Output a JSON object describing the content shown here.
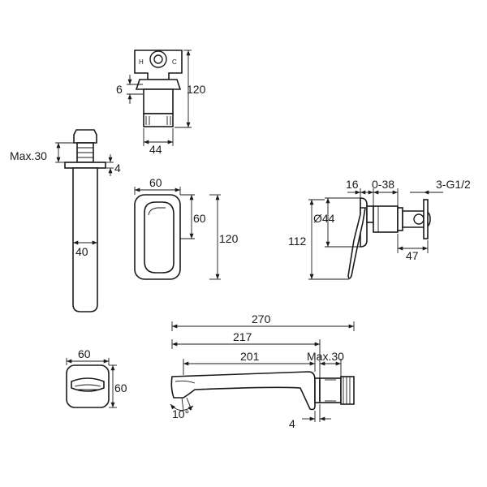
{
  "labels": {
    "valve_height": "120",
    "valve_offset": "6",
    "valve_width": "44",
    "stem_max": "Max.30",
    "stem_flange": "4",
    "stem_diameter": "40",
    "plate_width": "60",
    "plate_height": "60",
    "plate_total_height": "120",
    "handle_depth": "16",
    "handle_range": "0-38",
    "handle_thread": "3-G1/2",
    "handle_diameter": "Ø44",
    "handle_height": "112",
    "handle_body": "47",
    "spout_total": "270",
    "spout_217": "217",
    "spout_201": "201",
    "spout_max": "Max.30",
    "spout_flange": "4",
    "spout_angle": "10°",
    "plate2_width": "60",
    "plate2_height": "60"
  }
}
